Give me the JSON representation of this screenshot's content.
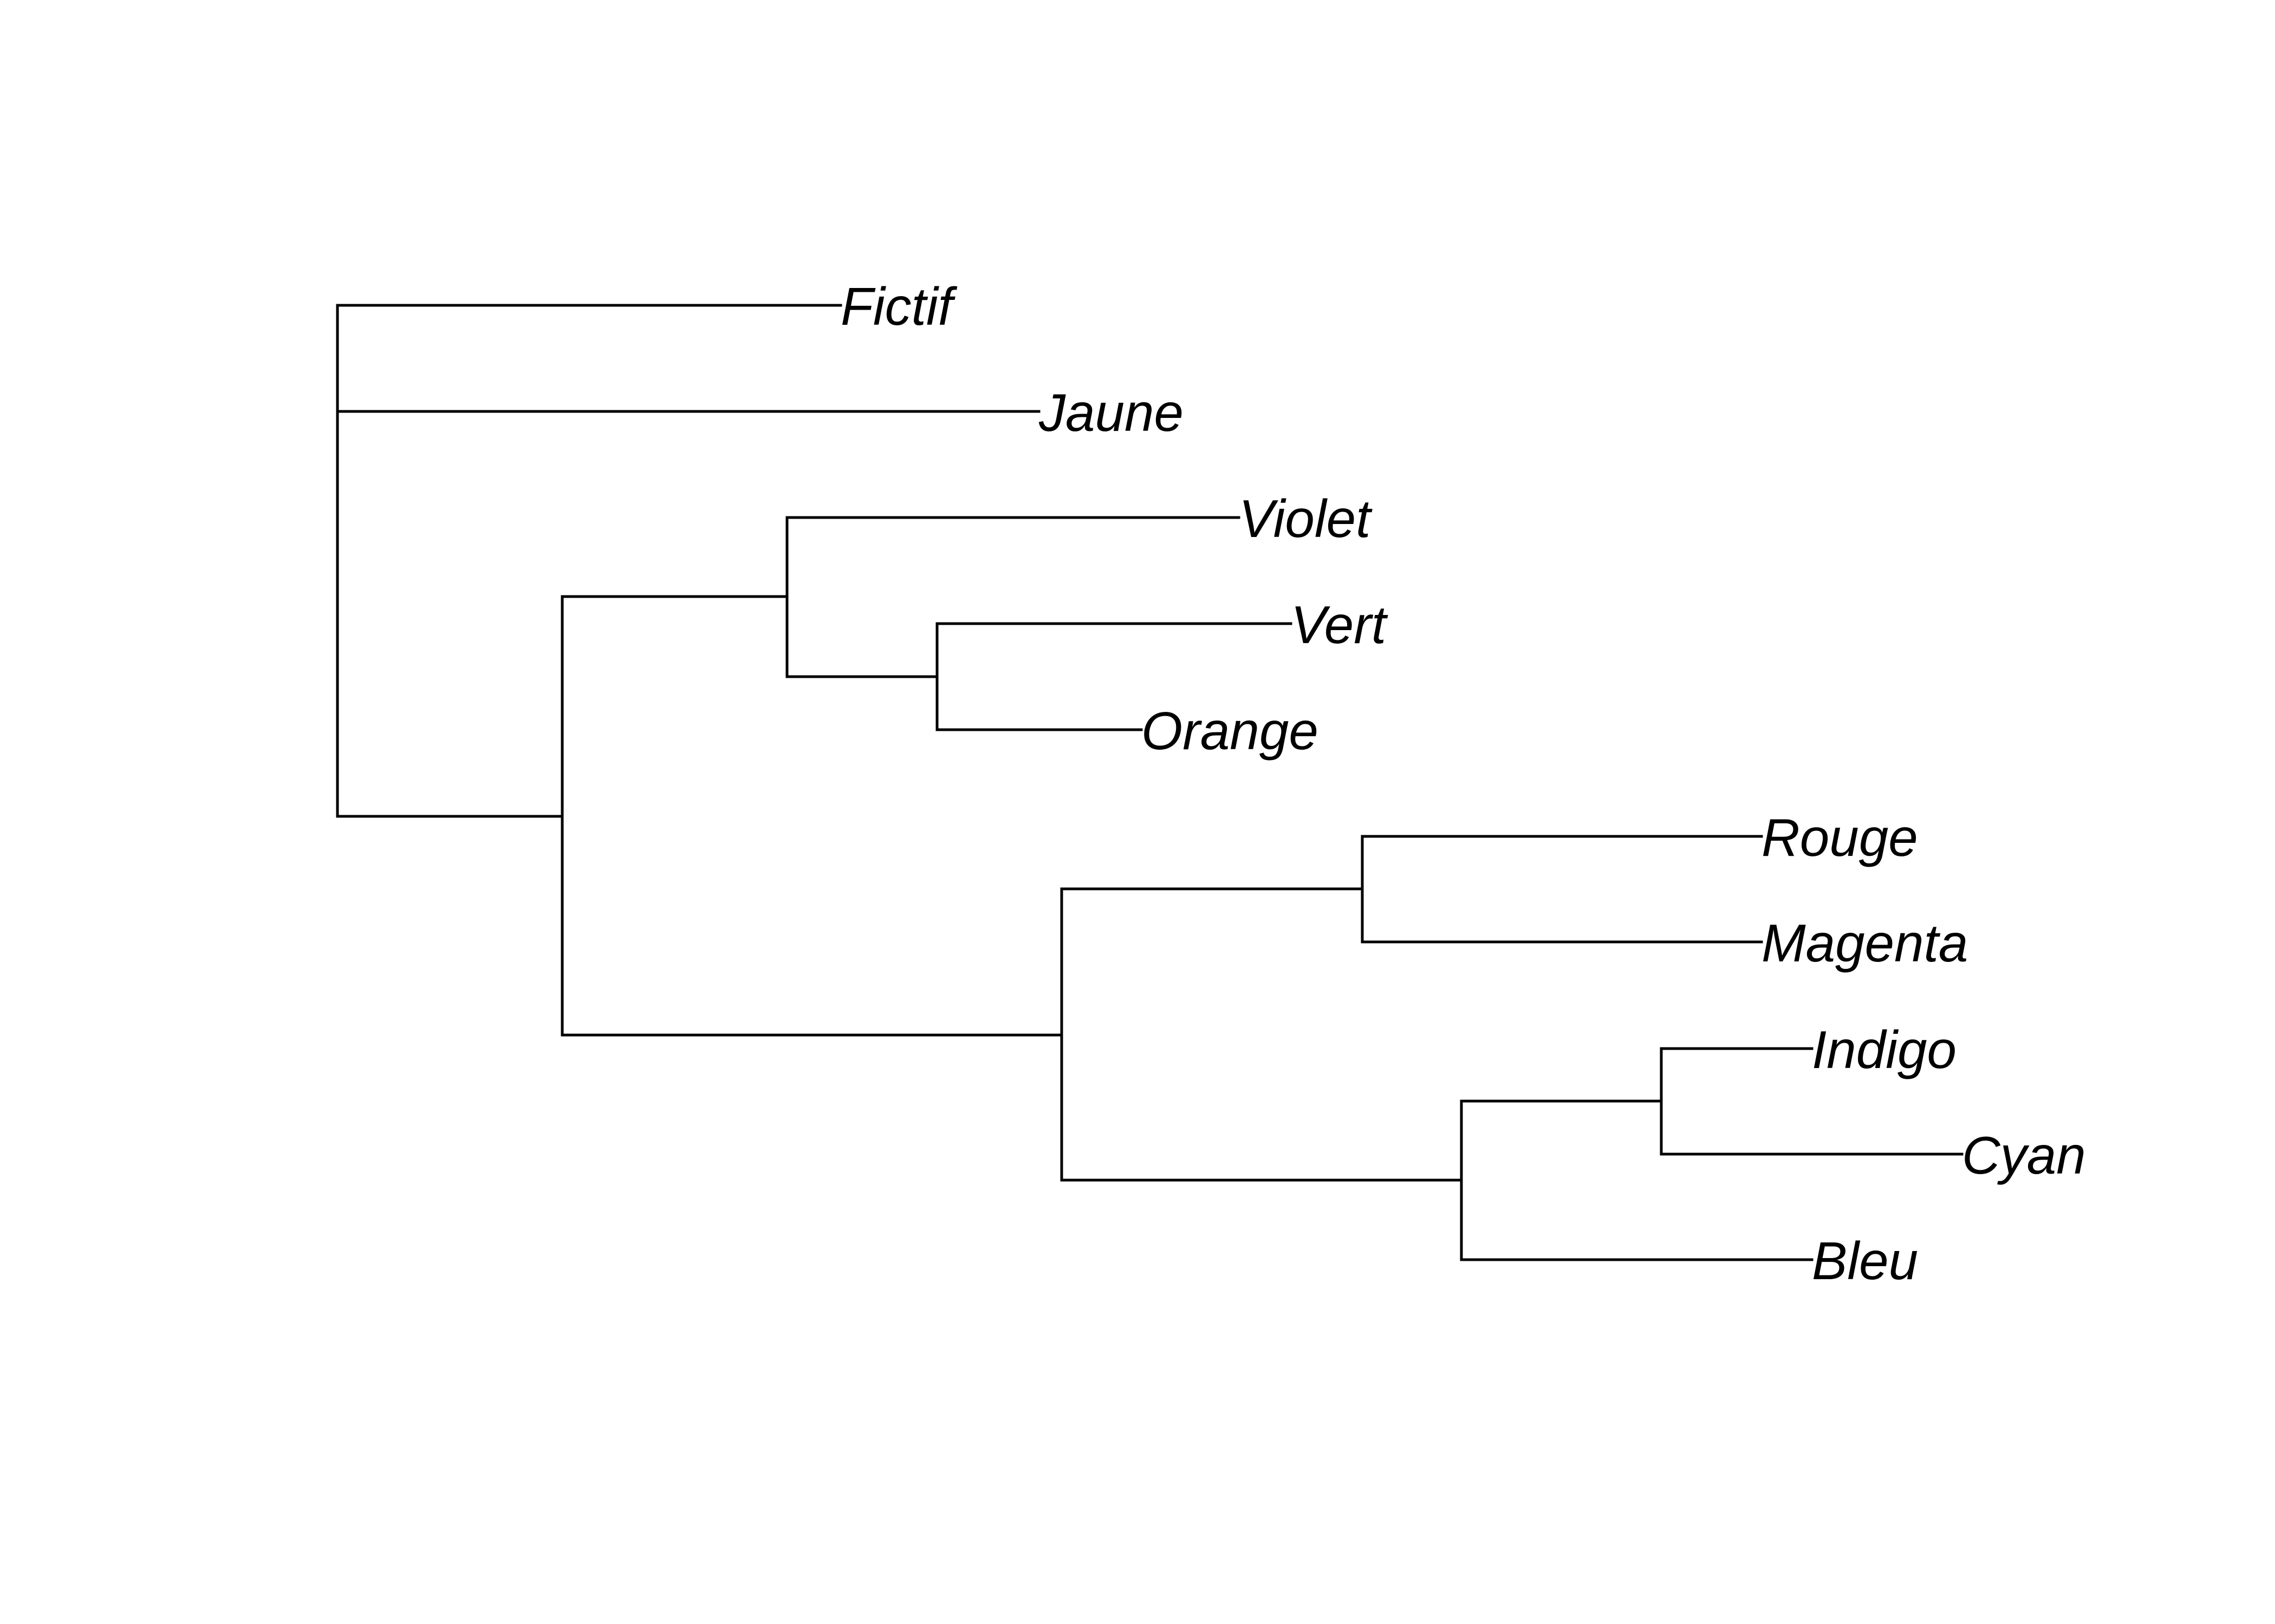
{
  "tree": {
    "line_color": "#000000",
    "label_style": "italic",
    "structure": "((Fictif),(Jaune),((Violet,(Vert,Orange)),((Rouge,Magenta),((Indigo,Cyan),Bleu))))",
    "tips": [
      "Fictif",
      "Jaune",
      "Violet",
      "Vert",
      "Orange",
      "Rouge",
      "Magenta",
      "Indigo",
      "Cyan",
      "Bleu"
    ]
  }
}
